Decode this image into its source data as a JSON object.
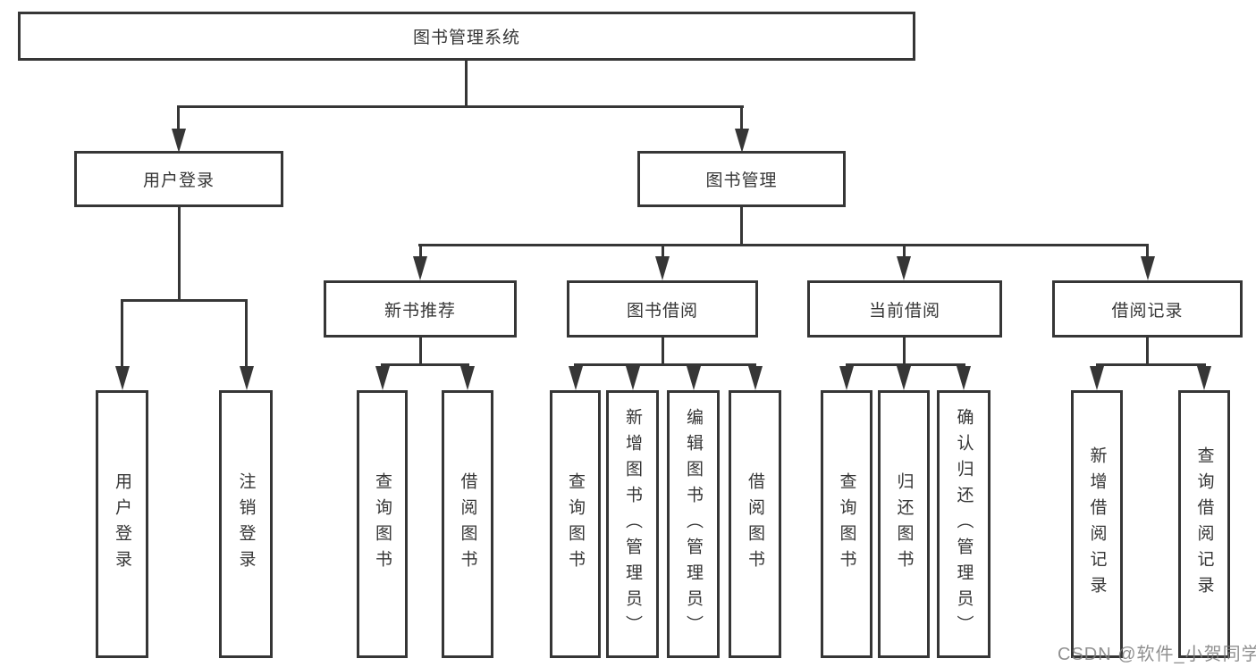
{
  "diagram": {
    "root_label": "图书管理系统",
    "level2": [
      {
        "label": "用户登录"
      },
      {
        "label": "图书管理"
      }
    ],
    "level3": [
      {
        "label": "新书推荐",
        "parent": "图书管理"
      },
      {
        "label": "图书借阅",
        "parent": "图书管理"
      },
      {
        "label": "当前借阅",
        "parent": "图书管理"
      },
      {
        "label": "借阅记录",
        "parent": "图书管理"
      }
    ],
    "leaves": [
      {
        "label": "用户登录",
        "parent": "用户登录"
      },
      {
        "label": "注销登录",
        "parent": "用户登录"
      },
      {
        "label": "查询图书",
        "parent": "新书推荐"
      },
      {
        "label": "借阅图书",
        "parent": "新书推荐"
      },
      {
        "label": "查询图书",
        "parent": "图书借阅"
      },
      {
        "label": "新增图书（管理员）",
        "parent": "图书借阅"
      },
      {
        "label": "编辑图书（管理员）",
        "parent": "图书借阅"
      },
      {
        "label": "借阅图书",
        "parent": "图书借阅"
      },
      {
        "label": "查询图书",
        "parent": "当前借阅"
      },
      {
        "label": "归还图书",
        "parent": "当前借阅"
      },
      {
        "label": "确认归还（管理员）",
        "parent": "当前借阅"
      },
      {
        "label": "新增借阅记录",
        "parent": "借阅记录"
      },
      {
        "label": "查询借阅记录",
        "parent": "借阅记录"
      }
    ],
    "colors": {
      "node_border": "#363636",
      "connector": "#363636",
      "text": "#363636",
      "watermark": "#7d7d7d"
    }
  },
  "watermark": {
    "text": "CSDN @软件_小贺同学"
  }
}
